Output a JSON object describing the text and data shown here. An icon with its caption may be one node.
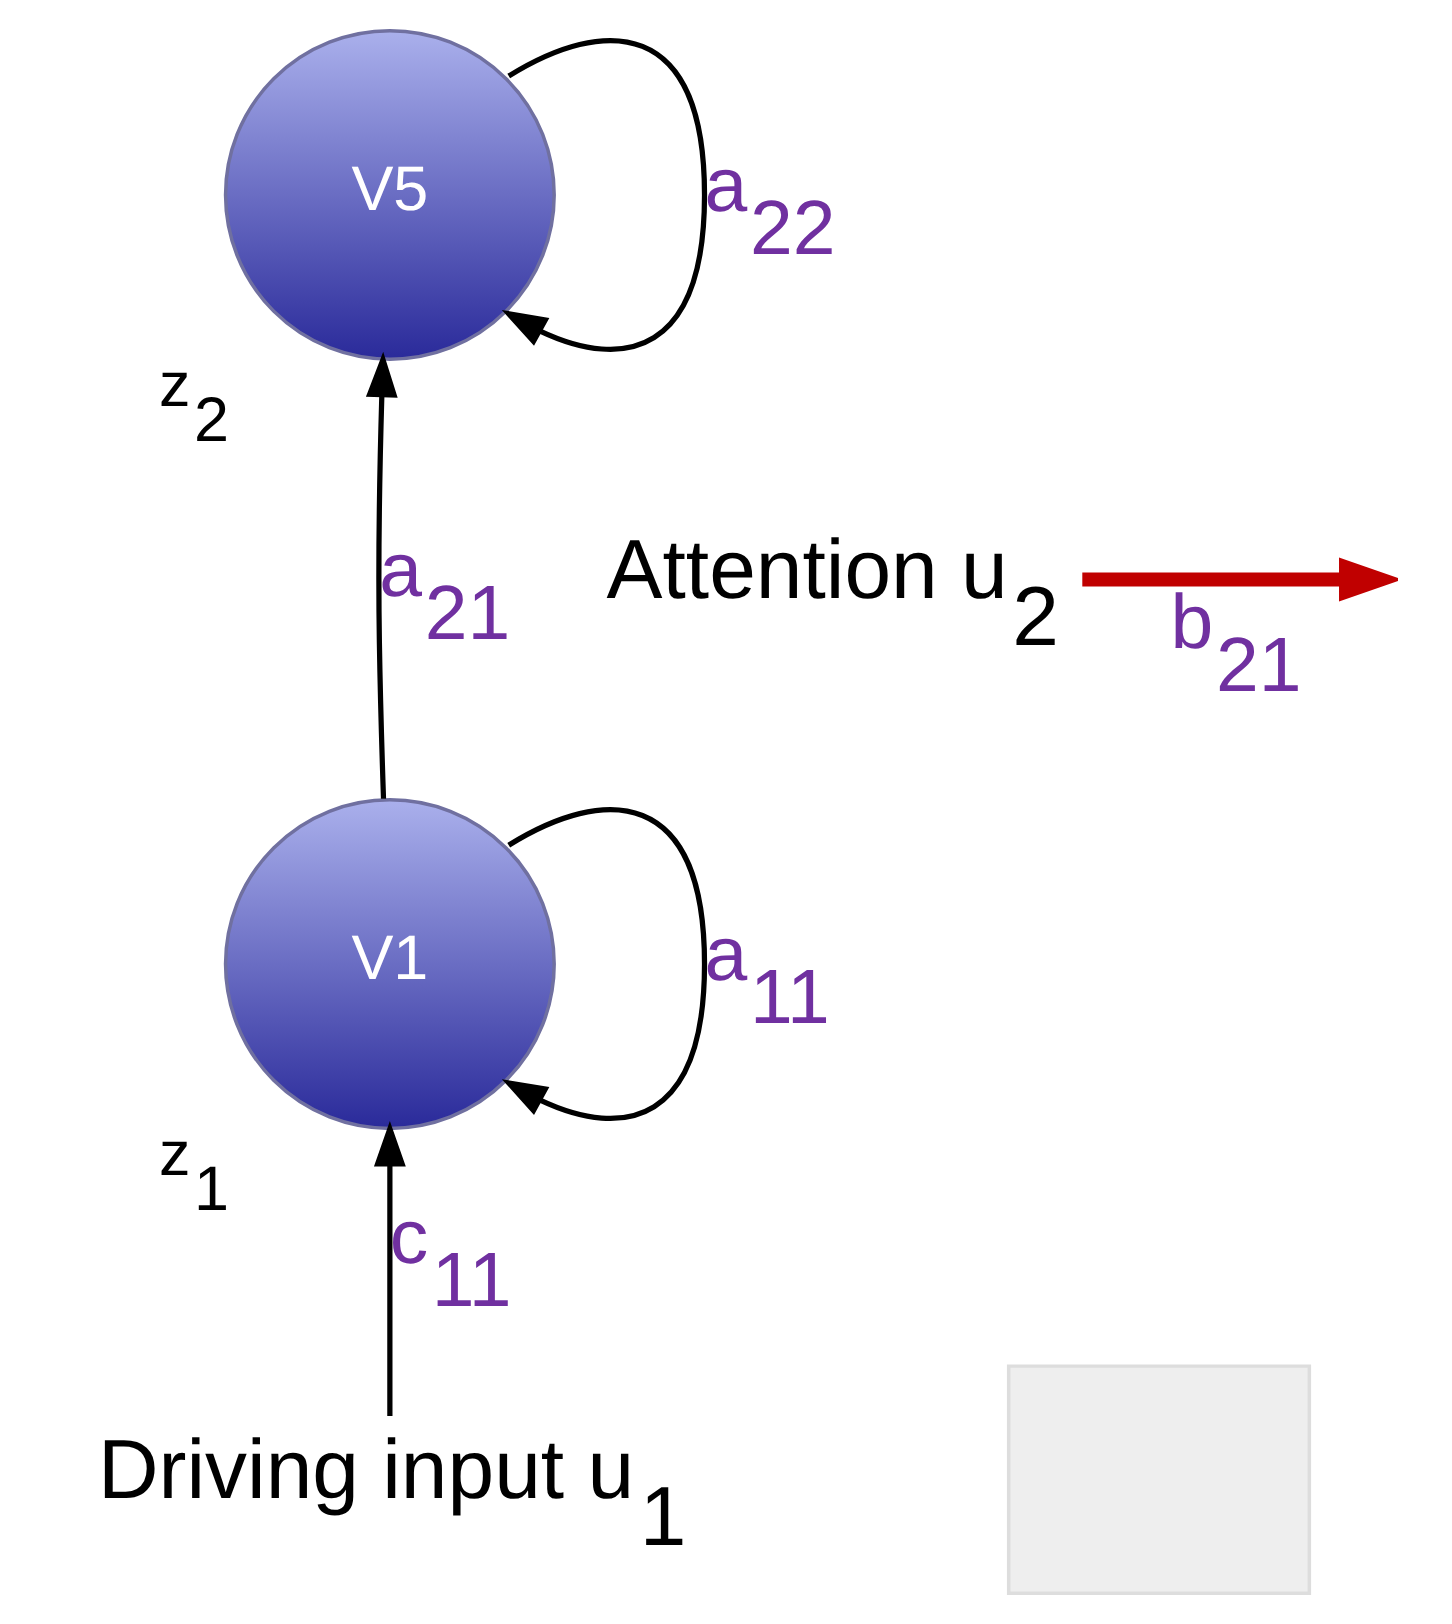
{
  "diagram": {
    "nodes": [
      {
        "text": [
          "V5"
        ],
        "beside": [
          "z$_{2}$"
        ]
      },
      {
        "text": [
          "V1"
        ],
        "beside": [
          "z$_{1}$"
        ]
      },
      {
        "text": [
          "Attention u$_{2}$"
        ]
      },
      {
        "text": [
          "Driving input u$_{1}$"
        ]
      },
      {
        "text": [],
        "shape": "box"
      }
    ],
    "edges": [
      {
        "from": 1,
        "to": 0,
        "arrow": "to",
        "label": "a$_{21}$"
      },
      {
        "from": 0,
        "to": 0,
        "arrow": "to",
        "label": "a$_{22}$"
      },
      {
        "from": 1,
        "to": 1,
        "arrow": "to",
        "label": "a$_{11}$"
      },
      {
        "from": 3,
        "to": 1,
        "arrow": "to",
        "label": "c$_{11}$"
      },
      {
        "from": 2,
        "to": null,
        "arrow": "to",
        "label": "b$_{21}$",
        "style": "thick",
        "color": "#c00000"
      }
    ]
  }
}
